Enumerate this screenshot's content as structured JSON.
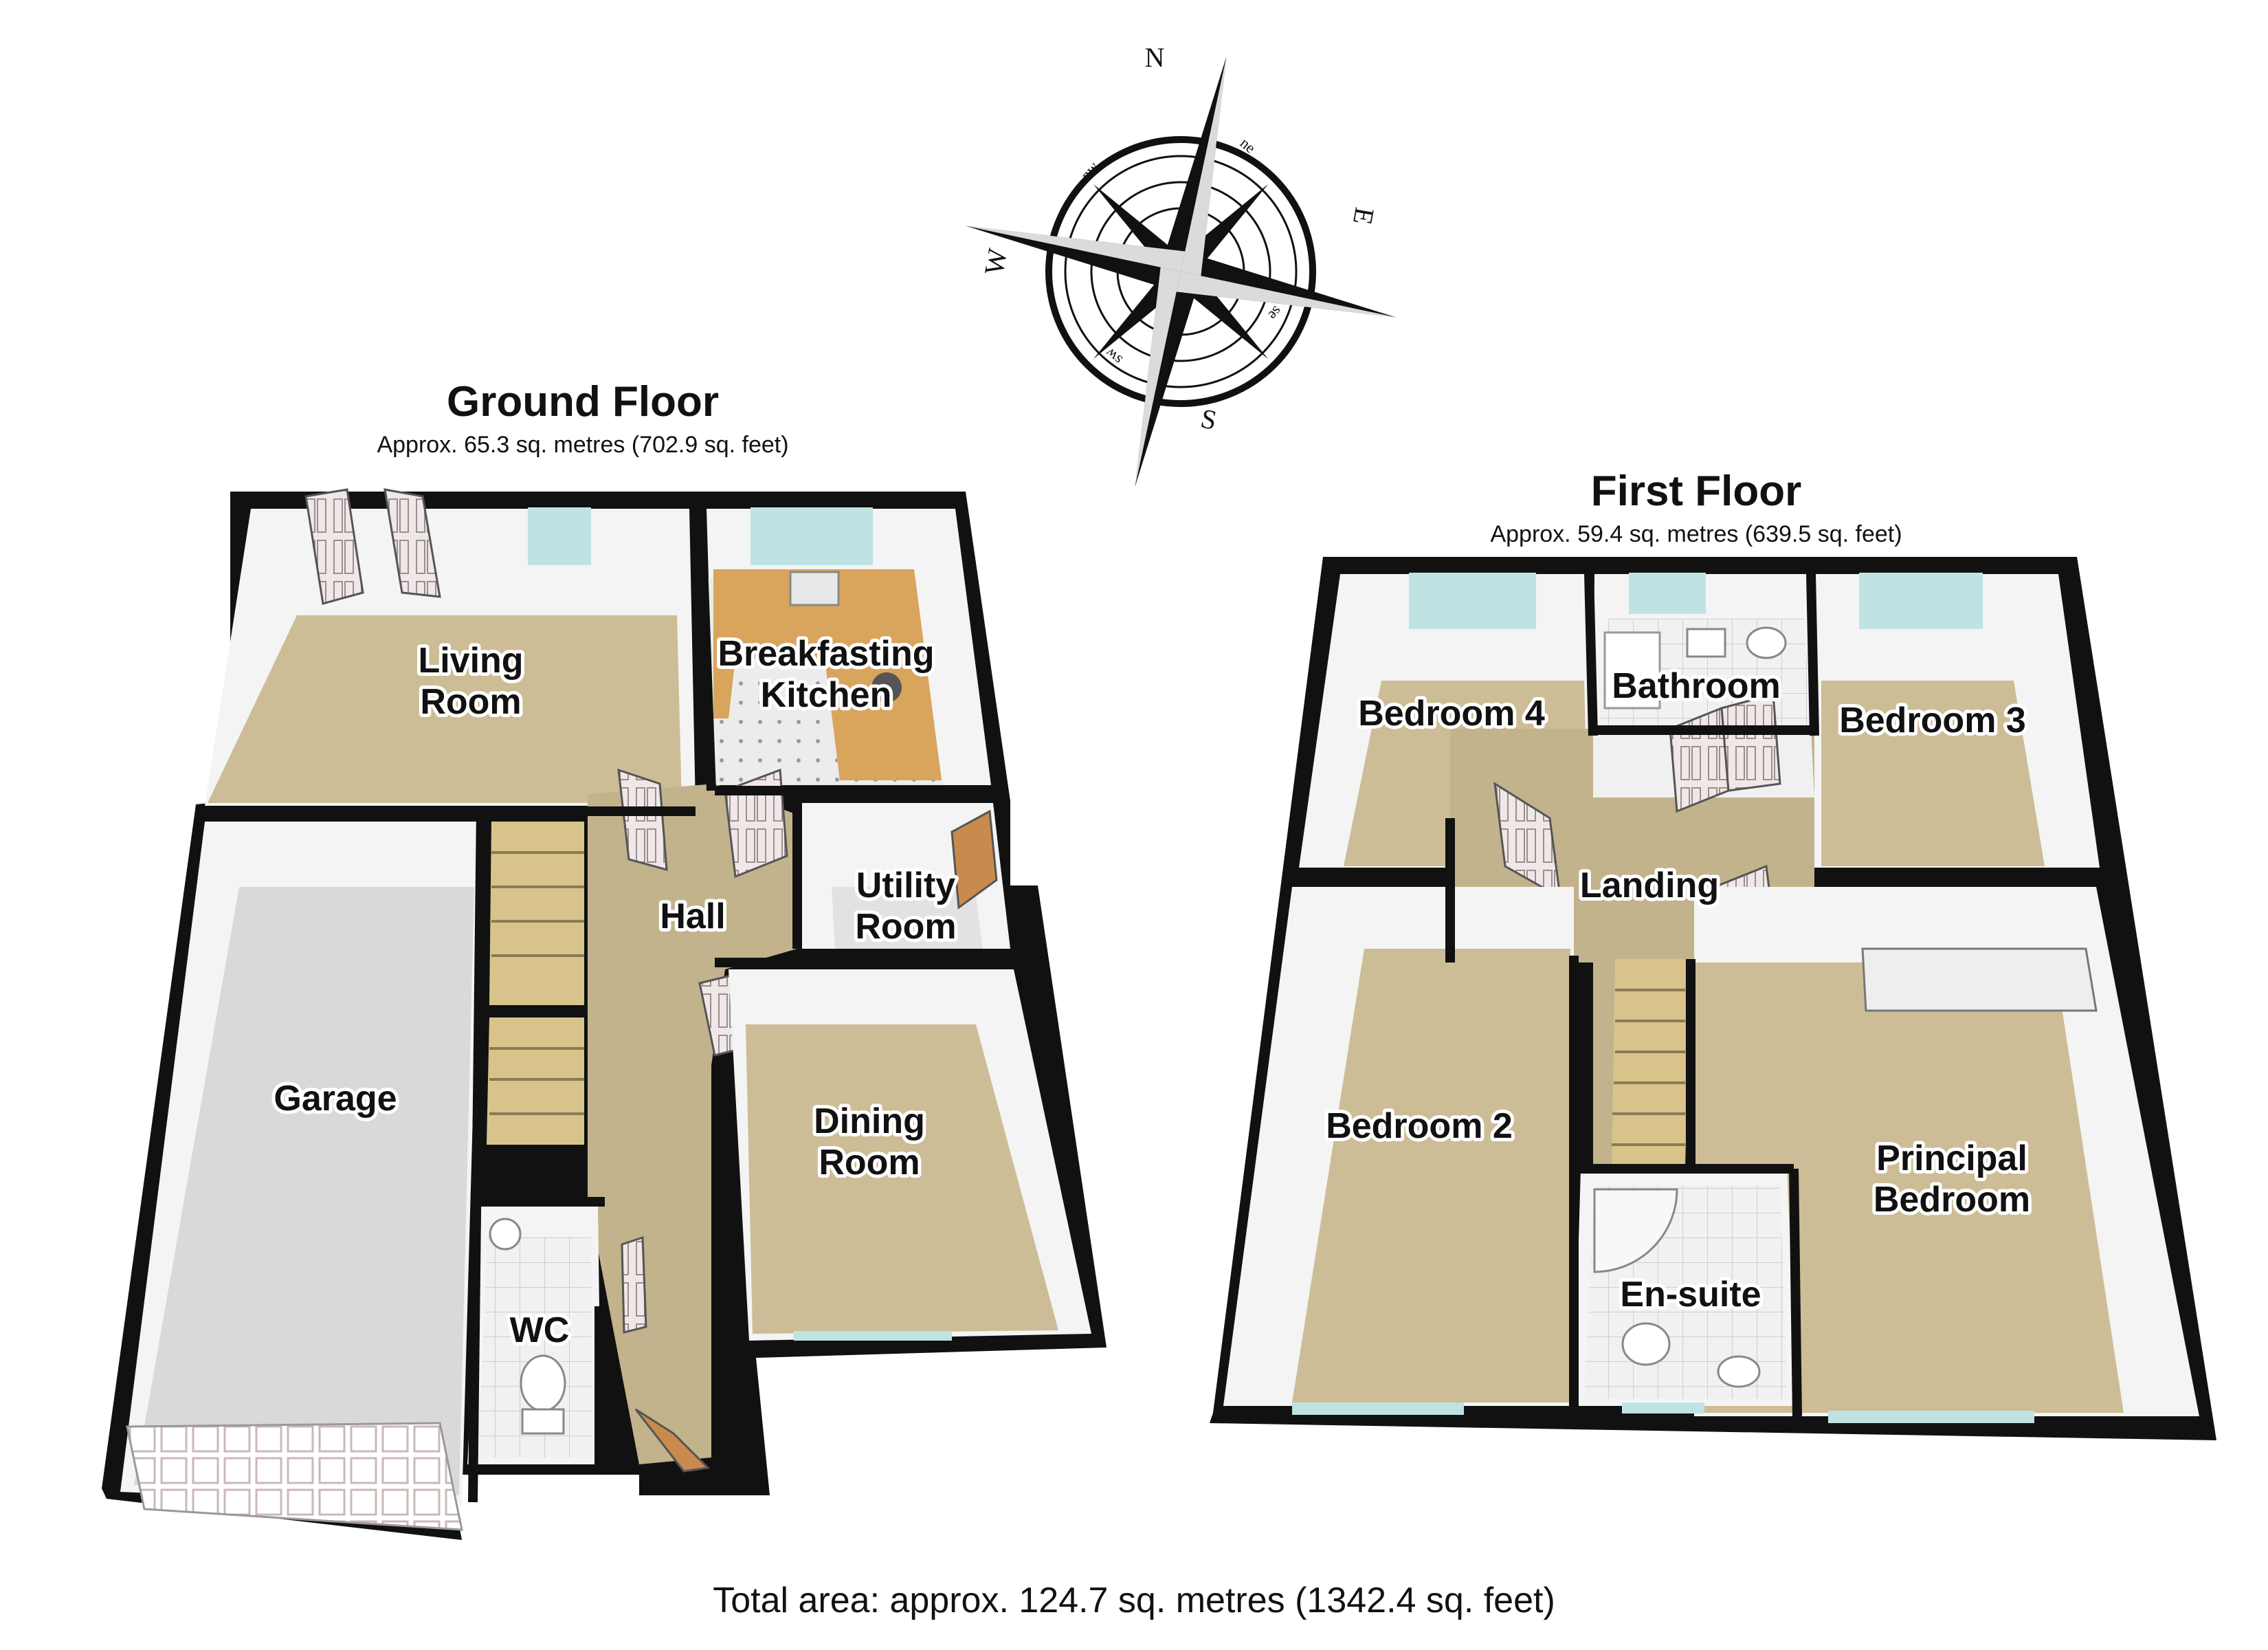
{
  "compass": {
    "n": "N",
    "e": "E",
    "s": "S",
    "w": "W",
    "ne": "ne",
    "se": "se",
    "sw": "sw",
    "nw": "nw"
  },
  "ground_floor": {
    "title": "Ground Floor",
    "area": "Approx. 65.3 sq. metres (702.9 sq. feet)",
    "rooms": {
      "living_line1": "Living",
      "living_line2": "Room",
      "kitchen_line1": "Breakfasting",
      "kitchen_line2": "Kitchen",
      "hall": "Hall",
      "utility_line1": "Utility",
      "utility_line2": "Room",
      "garage": "Garage",
      "dining_line1": "Dining",
      "dining_line2": "Room",
      "wc": "WC"
    }
  },
  "first_floor": {
    "title": "First Floor",
    "area": "Approx. 59.4 sq. metres (639.5 sq. feet)",
    "rooms": {
      "bedroom4": "Bedroom 4",
      "bathroom": "Bathroom",
      "bedroom3": "Bedroom 3",
      "landing": "Landing",
      "bedroom2": "Bedroom 2",
      "principal_line1": "Principal",
      "principal_line2": "Bedroom",
      "ensuite": "En-suite"
    }
  },
  "total_area": "Total area: approx. 124.7 sq. metres (1342.4 sq. feet)",
  "colors": {
    "wall": "#111111",
    "wall_inner": "#f4f4f4",
    "carpet": "#cdbd96",
    "hall_floor": "#c2b38c",
    "garage_floor": "#d9d9d9",
    "kitchen_floor": "#e8e8e8",
    "worktop": "#d9a45c",
    "tile": "#eeeeee",
    "window": "#bfe3e3",
    "door": "#e9e1e1"
  }
}
